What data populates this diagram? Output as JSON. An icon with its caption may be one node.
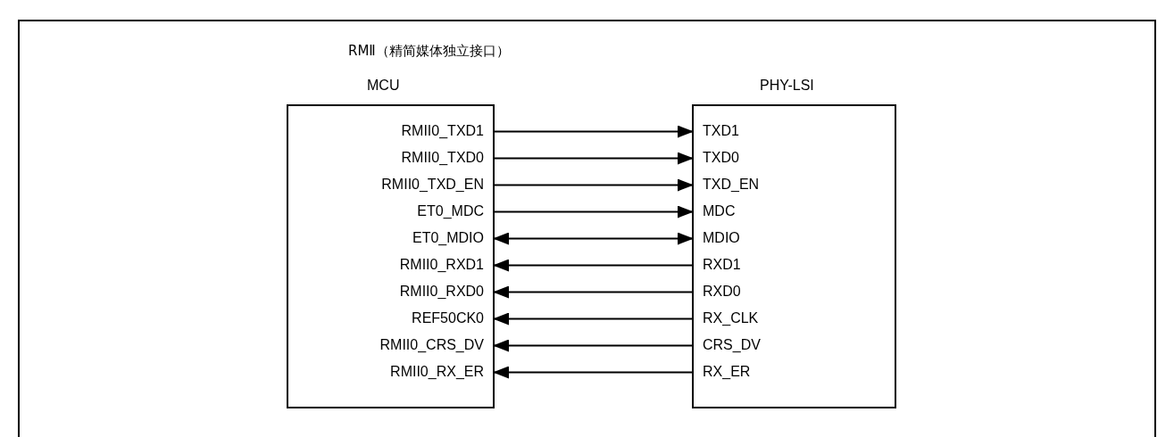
{
  "diagram": {
    "title": "RMⅡ（精简媒体独立接口）",
    "nodes": [
      {
        "text": [
          "MCU"
        ]
      },
      {
        "text": [
          "RMII0_TXD1"
        ],
        "in": 0
      },
      {
        "text": [
          "RMII0_TXD0"
        ],
        "in": 0
      },
      {
        "text": [
          "RMII0_TXD_EN"
        ],
        "in": 0
      },
      {
        "text": [
          "ET0_MDC"
        ],
        "in": 0
      },
      {
        "text": [
          "ET0_MDIO"
        ],
        "in": 0
      },
      {
        "text": [
          "RMII0_RXD1"
        ],
        "in": 0
      },
      {
        "text": [
          "RMII0_RXD0"
        ],
        "in": 0
      },
      {
        "text": [
          "REF50CK0"
        ],
        "in": 0
      },
      {
        "text": [
          "RMII0_CRS_DV"
        ],
        "in": 0
      },
      {
        "text": [
          "RMII0_RX_ER"
        ],
        "in": 0
      },
      {
        "text": [
          "PHY-LSI"
        ]
      },
      {
        "text": [
          "TXD1"
        ],
        "in": 11
      },
      {
        "text": [
          "TXD0"
        ],
        "in": 11
      },
      {
        "text": [
          "TXD_EN"
        ],
        "in": 11
      },
      {
        "text": [
          "MDC"
        ],
        "in": 11
      },
      {
        "text": [
          "MDIO"
        ],
        "in": 11
      },
      {
        "text": [
          "RXD1"
        ],
        "in": 11
      },
      {
        "text": [
          "RXD0"
        ],
        "in": 11
      },
      {
        "text": [
          "RX_CLK"
        ],
        "in": 11
      },
      {
        "text": [
          "CRS_DV"
        ],
        "in": 11
      },
      {
        "text": [
          "RX_ER"
        ],
        "in": 11
      }
    ],
    "edges": [
      {
        "from": 1,
        "to": 12,
        "arrow": "to"
      },
      {
        "from": 2,
        "to": 13,
        "arrow": "to"
      },
      {
        "from": 3,
        "to": 14,
        "arrow": "to"
      },
      {
        "from": 4,
        "to": 15,
        "arrow": "to"
      },
      {
        "from": 5,
        "to": 16,
        "arrow": "both"
      },
      {
        "from": 17,
        "to": 6,
        "arrow": "to"
      },
      {
        "from": 18,
        "to": 7,
        "arrow": "to"
      },
      {
        "from": 19,
        "to": 8,
        "arrow": "to"
      },
      {
        "from": 20,
        "to": 9,
        "arrow": "to"
      },
      {
        "from": 21,
        "to": 10,
        "arrow": "to"
      }
    ]
  }
}
